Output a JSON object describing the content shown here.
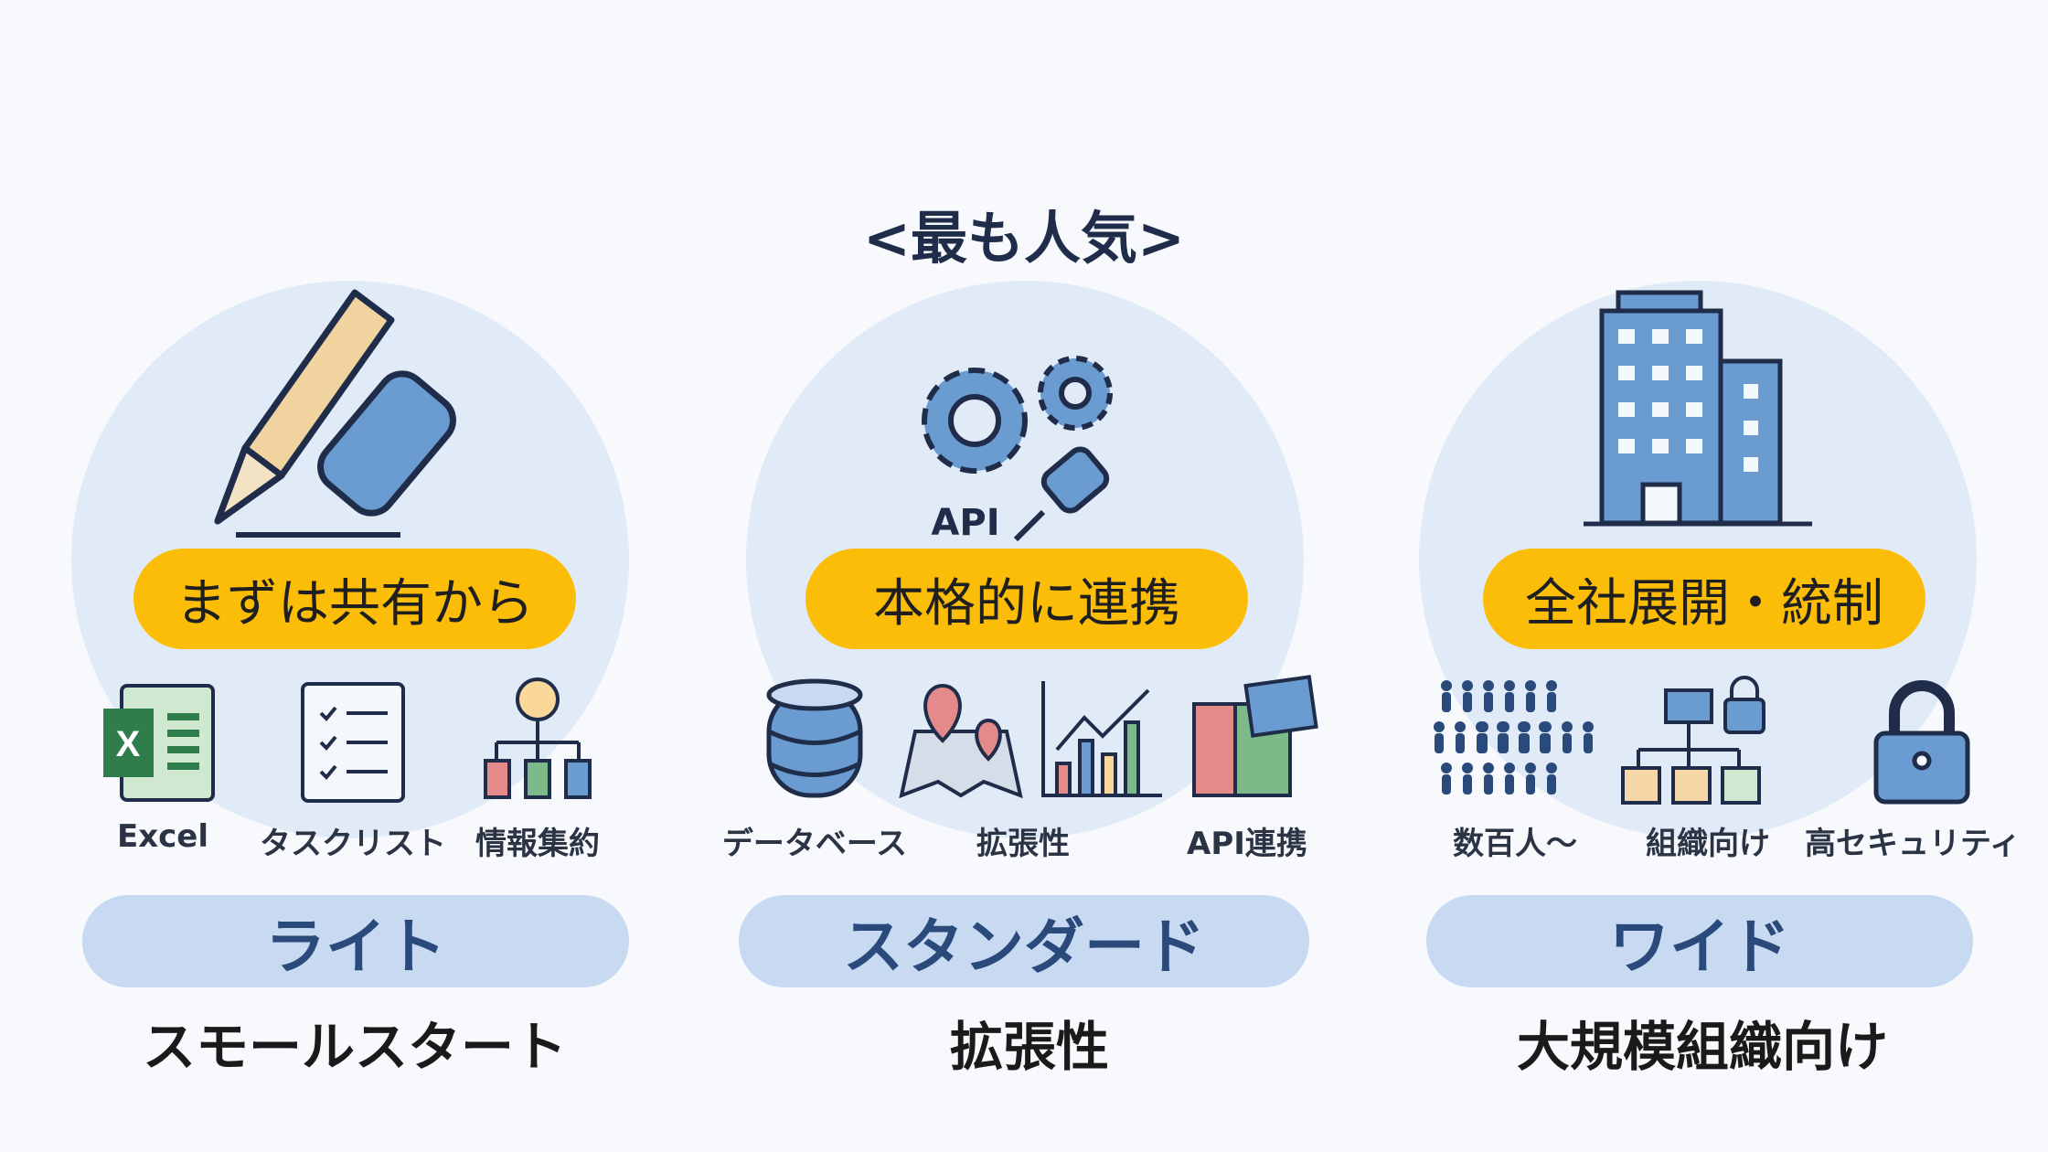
{
  "title": "<最も人気>",
  "plans": [
    {
      "badge": "まずは共有から",
      "name": "ライト",
      "subtitle": "スモールスタート",
      "features": [
        "Excel",
        "タスクリスト",
        "情報集約"
      ]
    },
    {
      "badge": "本格的に連携",
      "name": "スタンダード",
      "subtitle": "拡張性",
      "features": [
        "データベース",
        "拡張性",
        "API連携"
      ],
      "hero_label": "API"
    },
    {
      "badge": "全社展開・統制",
      "name": "ワイド",
      "subtitle": "大規模組織向け",
      "features": [
        "数百人〜",
        "組織向け",
        "高セキュリティ"
      ]
    }
  ],
  "colors": {
    "badge": "#fbbd08",
    "plan_pill": "#c7daf1",
    "circle": "#e1ebf7",
    "icon_blue": "#6a9bd1",
    "outline": "#1f2d4a"
  }
}
